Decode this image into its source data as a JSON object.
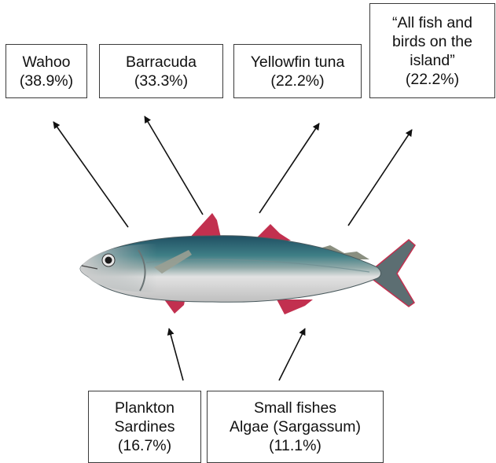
{
  "predators": [
    {
      "name": "Wahoo",
      "percent": "(38.9%)"
    },
    {
      "name": "Barracuda",
      "percent": "(33.3%)"
    },
    {
      "name": "Yellowfin tuna",
      "percent": "(22.2%)"
    },
    {
      "lines": [
        "“All fish and",
        "birds on the",
        "island”"
      ],
      "percent": "(22.2%)"
    }
  ],
  "prey": [
    {
      "lines": [
        "Plankton",
        "Sardines"
      ],
      "percent": "(16.7%)"
    },
    {
      "lines": [
        "Small fishes",
        "Algae (Sargassum)"
      ],
      "percent": "(11.1%)"
    }
  ],
  "colors": {
    "box_border": "#3a3a3a",
    "arrow": "#111111",
    "fish_back": "#2f5d6e",
    "fish_belly": "#d8d8d8",
    "fins": "#c2304f"
  }
}
